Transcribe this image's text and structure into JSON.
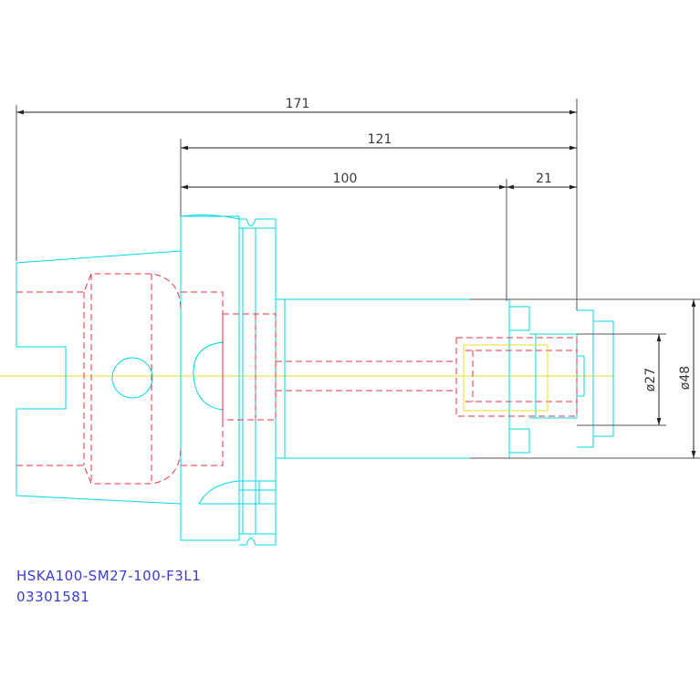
{
  "drawing": {
    "dimensions": {
      "overall_length": "171",
      "length_121": "121",
      "length_100": "100",
      "length_21": "21",
      "diameter_27": "ø27",
      "diameter_48": "ø48"
    },
    "part_number": "HSKA100-SM27-100-F3L1",
    "order_number": "03301581"
  },
  "colors": {
    "outline": "#00d8e8",
    "hidden_lines": "#e8304a",
    "center_line": "#e8e030",
    "dimension_lines": "#222222",
    "text_blue": "#3b3bd6"
  }
}
